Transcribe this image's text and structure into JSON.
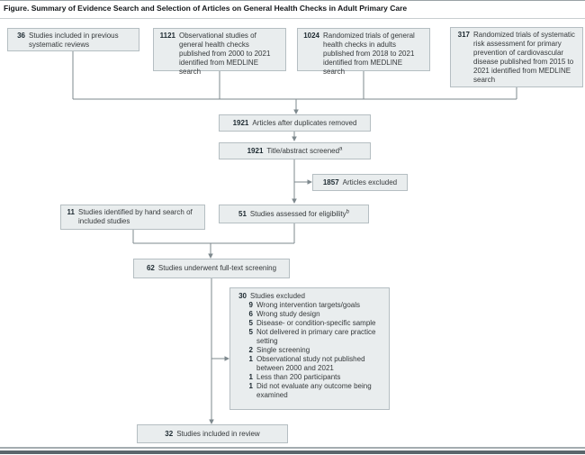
{
  "title": "Figure. Summary of Evidence Search and Selection of Articles on General Health Checks in Adult Primary Care",
  "colors": {
    "box_fill": "#e9edee",
    "box_border": "#b5bec2",
    "connector_line": "#7e898e",
    "number_text": "#1c2930",
    "body_text": "#35393b"
  },
  "boxes": {
    "prev_reviews": {
      "number": "36",
      "text": "Studies included in previous systematic reviews"
    },
    "observational": {
      "number": "1121",
      "text": "Observational studies of general health checks published from 2000 to 2021 identified from MEDLINE search"
    },
    "rct_general": {
      "number": "1024",
      "text": "Randomized trials of general health checks in adults published from 2018 to 2021 identified from MEDLINE search"
    },
    "rct_risk": {
      "number": "317",
      "text": "Randomized trials of systematic risk assessment for primary prevention of cardiovascular disease published from 2015 to 2021 identified from MEDLINE search"
    },
    "duplicates_removed": {
      "number": "1921",
      "text": "Articles after duplicates removed"
    },
    "title_abstract": {
      "number": "1921",
      "text": "Title/abstract screened",
      "note": "a"
    },
    "articles_excluded": {
      "number": "1857",
      "text": "Articles excluded"
    },
    "hand_search": {
      "number": "11",
      "text": "Studies identified by hand search of included studies"
    },
    "eligibility": {
      "number": "51",
      "text": "Studies assessed for eligibility",
      "note": "b"
    },
    "fulltext": {
      "number": "62",
      "text": "Studies underwent full-text screening"
    },
    "excluded_detail": {
      "number": "30",
      "text": "Studies excluded",
      "items": [
        {
          "num": "9",
          "text": "Wrong intervention targets/goals"
        },
        {
          "num": "6",
          "text": "Wrong study design"
        },
        {
          "num": "5",
          "text": "Disease- or condition-specific sample"
        },
        {
          "num": "5",
          "text": "Not delivered in primary care practice setting"
        },
        {
          "num": "2",
          "text": "Single screening"
        },
        {
          "num": "1",
          "text": "Observational study not published between 2000 and 2021"
        },
        {
          "num": "1",
          "text": "Less than 200 participants"
        },
        {
          "num": "1",
          "text": "Did not evaluate any outcome being examined"
        }
      ]
    },
    "included": {
      "number": "32",
      "text": "Studies included in review"
    }
  }
}
